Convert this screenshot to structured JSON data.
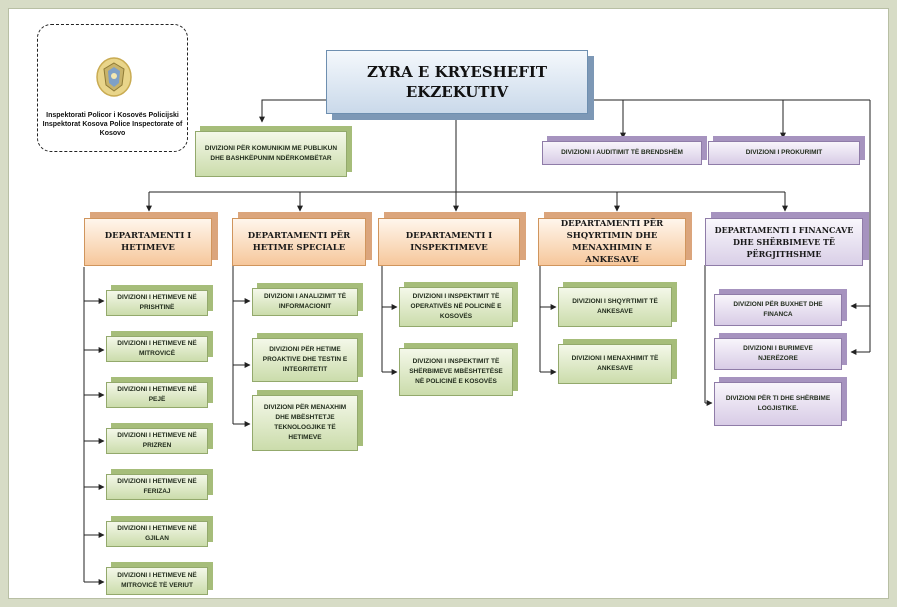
{
  "logo": {
    "line1": "Inspektorati Policor i Kosovës",
    "line2": "Policijski Inspektorat Kosova",
    "line3": "Police Inspectorate of Kosovo"
  },
  "executive": {
    "line1": "ZYRA E KRYESHEFIT",
    "line2": "EKZEKUTIV"
  },
  "staff": {
    "communication": "DIVIZIONI PËR KOMUNIKIM ME PUBLIKUN DHE BASHKËPUNIM NDËRKOMBËTAR",
    "audit": "DIVIZIONI I AUDITIMIT TË BRENDSHËM",
    "procurement": "DIVIZIONI I PROKURIMIT"
  },
  "departments": [
    {
      "title": "DEPARTAMENTI I HETIMEVE",
      "divisions": [
        "DIVIZIONI I HETIMEVE NË PRISHTINË",
        "DIVIZIONI I HETIMEVE NË MITROVICË",
        "DIVIZIONI I HETIMEVE NË PEJË",
        "DIVIZIONI I HETIMEVE NË PRIZREN",
        "DIVIZIONI I HETIMEVE NË FERIZAJ",
        "DIVIZIONI I HETIMEVE NË GJILAN",
        "DIVIZIONI I HETIMEVE NË MITROVICË TË VERIUT"
      ]
    },
    {
      "title": "DEPARTAMENTI PËR HETIME SPECIALE",
      "divisions": [
        "DIVIZIONI I ANALIZIMIT TË INFORMACIONIT",
        "DIVIZIONI PËR HETIME PROAKTIVE DHE TESTIN E INTEGRITETIT",
        "DIVIZIONI PËR MENAXHIM DHE MBËSHTETJE TEKNOLOGJIKE TË HETIMEVE"
      ]
    },
    {
      "title": "DEPARTAMENTI I INSPEKTIMEVE",
      "divisions": [
        "DIVIZIONI I INSPEKTIMIT TË OPERATIVËS NË POLICINË E KOSOVËS",
        "DIVIZIONI I INSPEKTIMIT TË SHËRBIMEVE MBËSHTETËSE NË POLICINË E KOSOVËS"
      ]
    },
    {
      "title": "DEPARTAMENTI PËR SHQYRTIMIN DHE MENAXHIMIN E ANKESAVE",
      "divisions": [
        "DIVIZIONI I SHQYRTIMIT TË ANKESAVE",
        "DIVIZIONI I MENAXHIMIT TË ANKESAVE"
      ]
    },
    {
      "title": "DEPARTAMENTI I FINANCAVE DHE SHËRBIMEVE TË PËRGJITHSHME",
      "divisions": [
        "DIVIZIONI PËR BUXHET DHE FINANCA",
        "DIVIZIONI I BURIMEVE NJERËZORE",
        "DIVIZIONI PËR TI DHE SHËRBIME LOGJISTIKE."
      ]
    }
  ],
  "colors": {
    "executive": "#cad9ea",
    "department": "#f6c79b",
    "division": "#cbdcab",
    "finance": "#d8cce6",
    "connector": "#222222"
  }
}
